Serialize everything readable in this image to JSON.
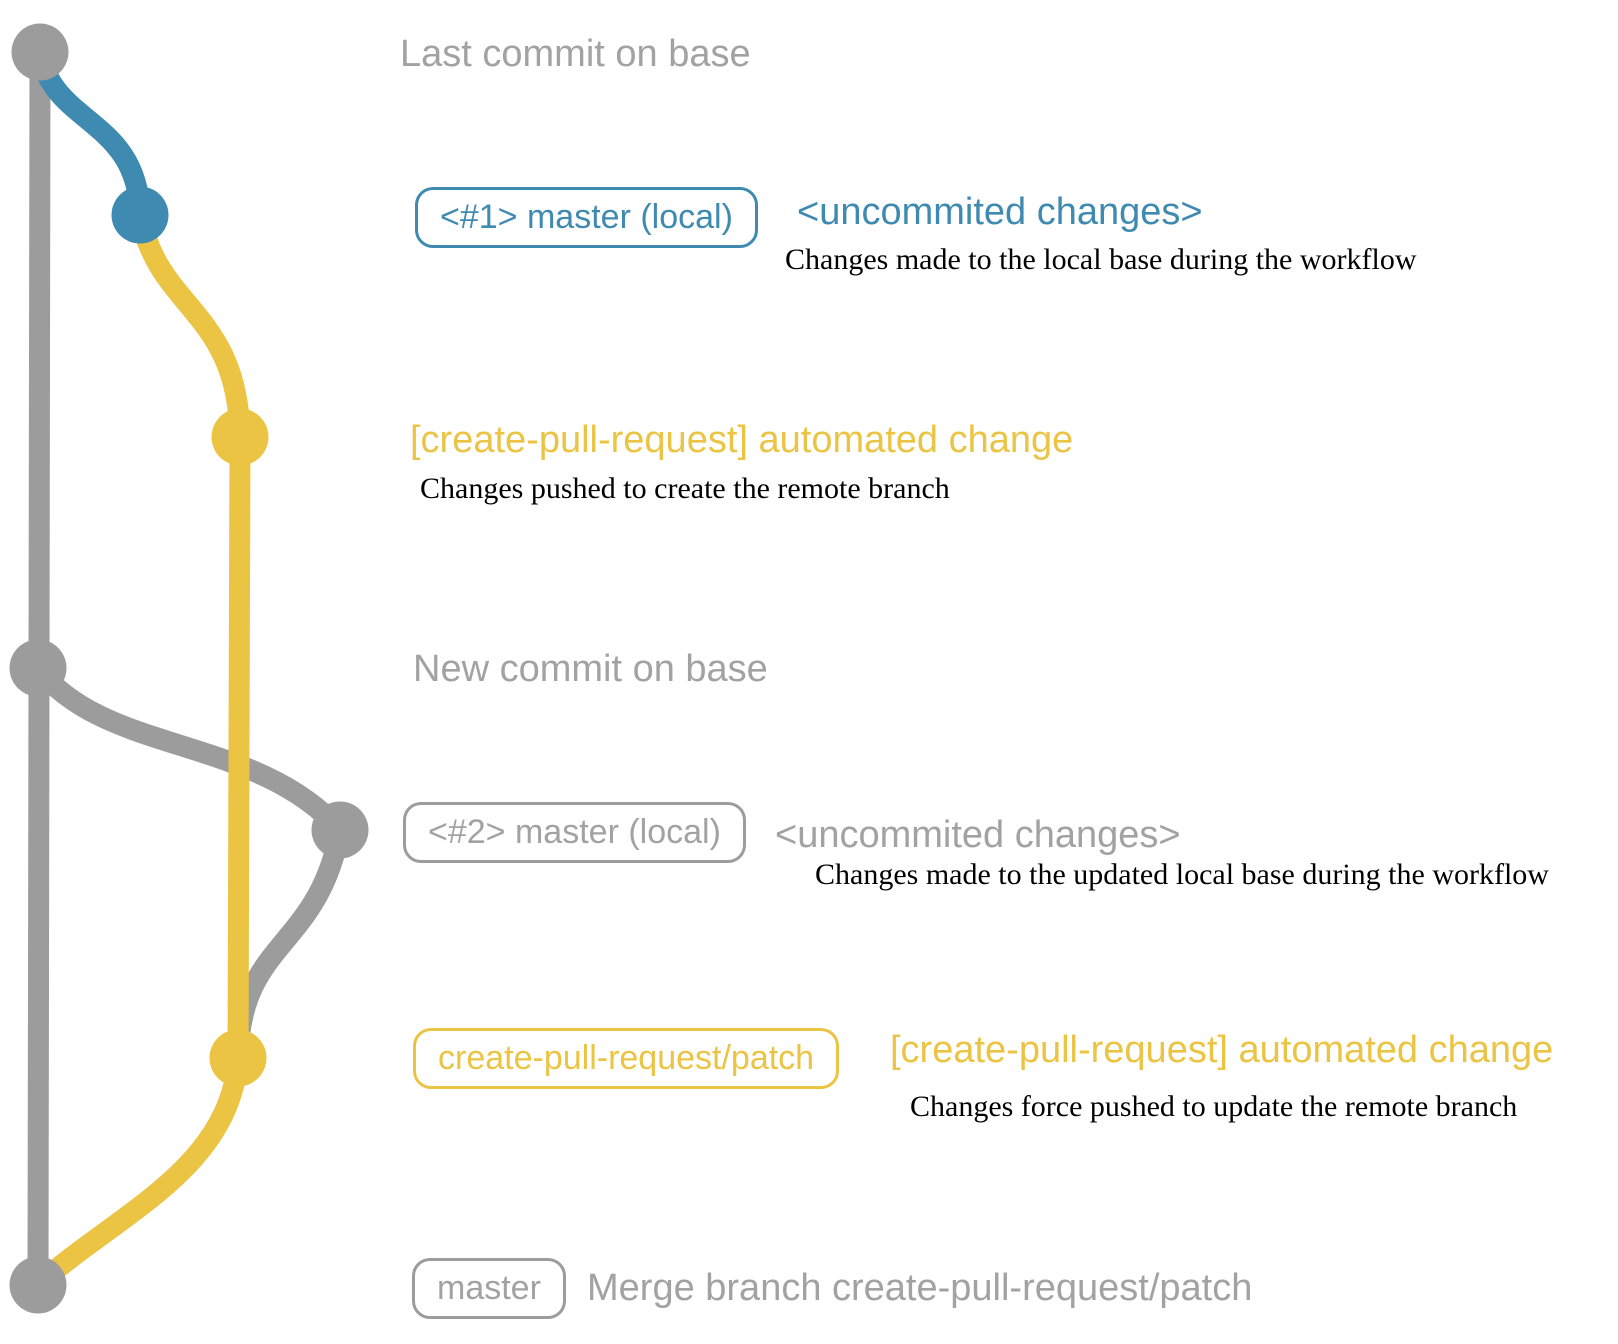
{
  "colors": {
    "background": "#ffffff",
    "gray": "#9c9c9c",
    "graytext": "#a2a2a2",
    "blue": "#3f8ab1",
    "yellow": "#ebc444",
    "black": "#000000"
  },
  "annotations": {
    "last_commit": {
      "text": "Last commit on base"
    },
    "commit1": {
      "badge": "<#1> master (local)",
      "note": "<uncommited changes>",
      "caption": "Changes made to the local base during the workflow"
    },
    "push1": {
      "note": "[create-pull-request] automated change",
      "caption": "Changes pushed to create the remote branch"
    },
    "new_commit": {
      "text": "New commit on base"
    },
    "commit2": {
      "badge": "<#2> master (local)",
      "note": "<uncommited changes>",
      "caption": "Changes made to the updated local base during the workflow"
    },
    "push2": {
      "badge": "create-pull-request/patch",
      "note": "[create-pull-request] automated change",
      "caption": "Changes force pushed to update the remote branch"
    },
    "merge": {
      "badge": "master",
      "note": "Merge branch create-pull-request/patch"
    }
  }
}
